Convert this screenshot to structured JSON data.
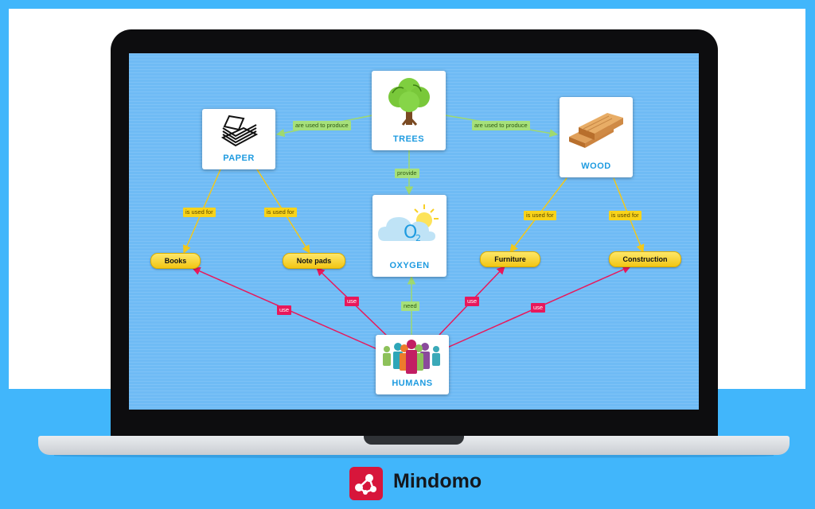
{
  "brand": {
    "name": "Mindomo",
    "logo": "mindomo-logo-icon",
    "accent": "#d7163b"
  },
  "colors": {
    "page_bg": "#41b6fb",
    "map_bg": "#6fbbf5",
    "topic_title": "#1e9be0",
    "pill": "#f8cf26",
    "label_green": "#a6e07a",
    "label_yellow": "#f8d31a",
    "label_red": "#e8185b"
  },
  "map": {
    "topics": {
      "trees": {
        "title": "TREES",
        "icon": "tree-icon"
      },
      "paper": {
        "title": "PAPER",
        "icon": "paper-stack-icon"
      },
      "wood": {
        "title": "WOOD",
        "icon": "wood-planks-icon"
      },
      "oxygen": {
        "title": "OXYGEN",
        "icon": "oxygen-cloud-sun-icon"
      },
      "humans": {
        "title": "HUMANS",
        "icon": "people-group-icon"
      }
    },
    "subtopics": {
      "books": "Books",
      "notepads": "Note pads",
      "furniture": "Furniture",
      "construction": "Construction"
    },
    "relations": {
      "trees_paper": "are used to produce",
      "trees_wood": "are used to produce",
      "trees_oxygen": "provide",
      "paper_books": "is used for",
      "paper_notepads": "is used for",
      "wood_furniture": "is used for",
      "wood_construction": "is used for",
      "humans_oxygen": "need",
      "humans_books": "use",
      "humans_notepads": "use",
      "humans_furniture": "use",
      "humans_construction": "use"
    }
  }
}
